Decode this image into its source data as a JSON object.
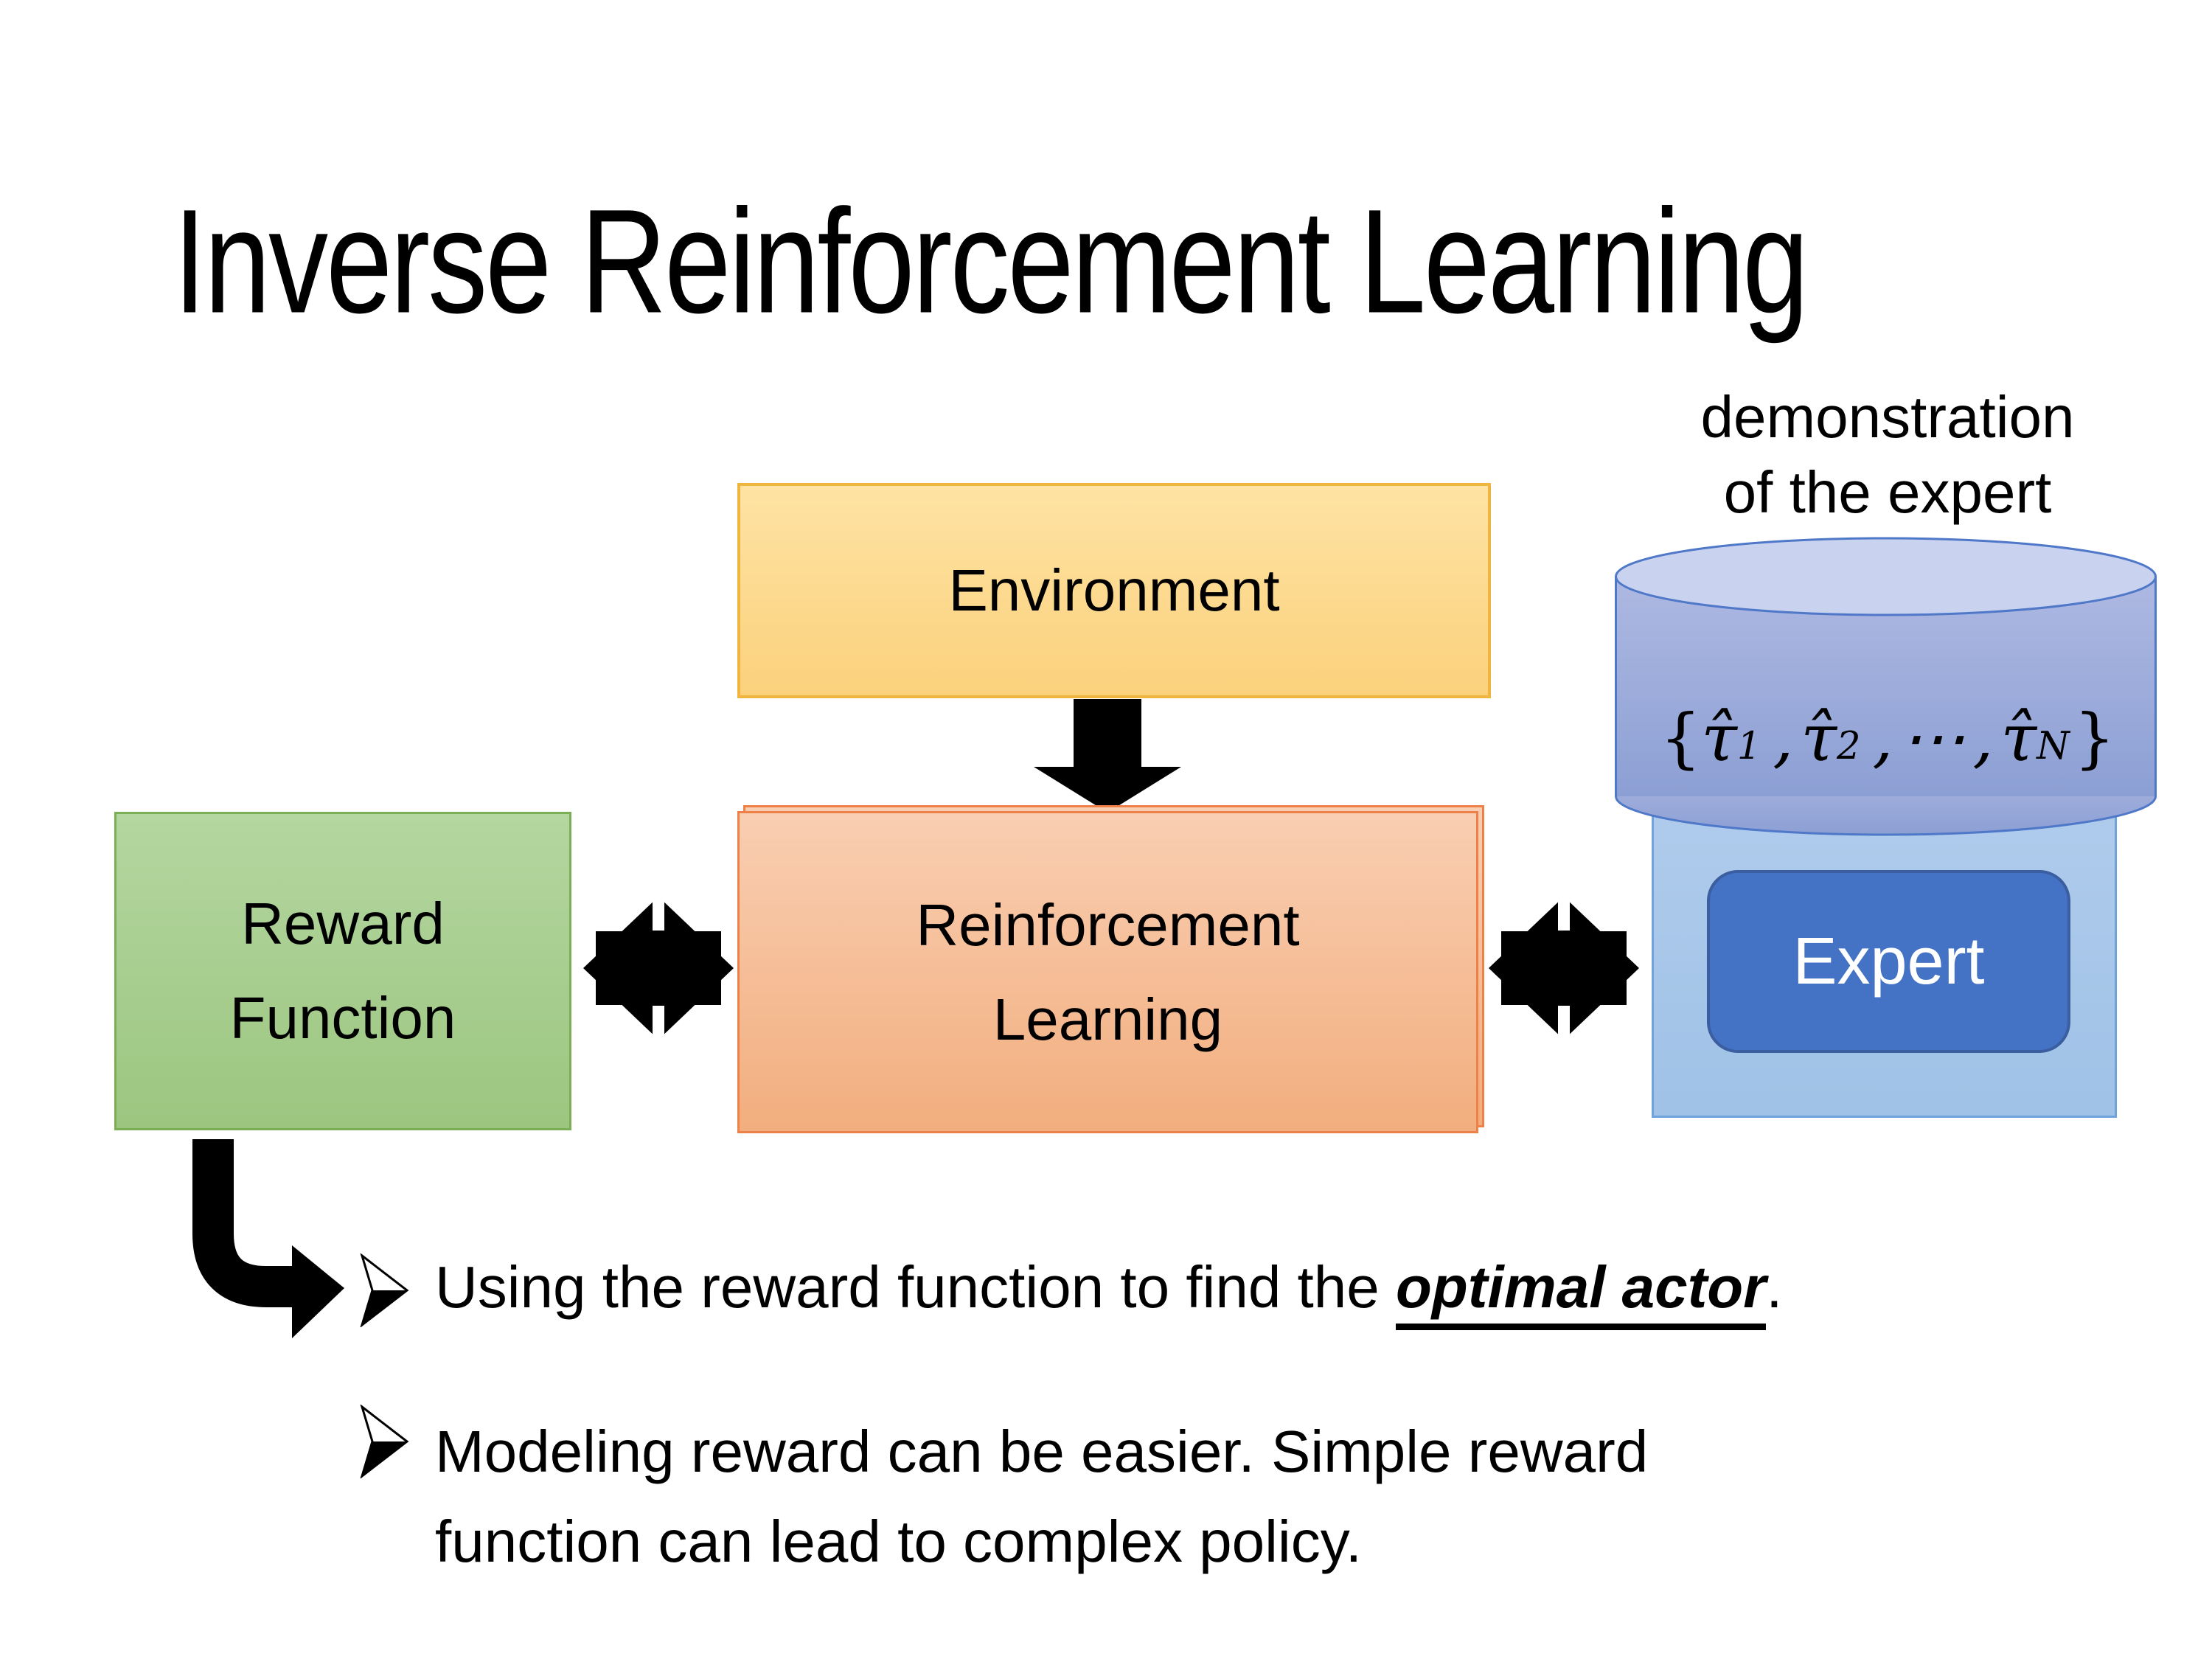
{
  "title": "Inverse Reinforcement Learning",
  "annotation": {
    "line1": "demonstration",
    "line2": "of the expert"
  },
  "environment_box": {
    "label": "Environment"
  },
  "reward_box": {
    "label_line1": "Reward",
    "label_line2": "Function"
  },
  "rl_box": {
    "label_line1": "Reinforcement",
    "label_line2": "Learning"
  },
  "expert_box": {
    "label": "Expert"
  },
  "demo_cylinder": {
    "formula": {
      "open": "{",
      "tau1": "τ̂",
      "sub1": "1",
      "comma1": ",",
      "tau2": "τ̂",
      "sub2": "2",
      "comma2": ",",
      "dots": "⋯",
      "comma3": ",",
      "tauN": "τ̂",
      "subN": "N",
      "close": "}"
    }
  },
  "bullets": {
    "item1": {
      "prefix": "Using the reward function to find the ",
      "emphasis": "optimal actor",
      "suffix": "."
    },
    "item2": {
      "line1": "Modeling reward can be easier. Simple reward",
      "line2": "function can lead to complex policy."
    }
  },
  "colors": {
    "env_fill_top": "#FEE3A4",
    "env_fill_bottom": "#FBD17C",
    "env_border": "#EFB53E",
    "reward_fill_top": "#B4D6A0",
    "reward_fill_bottom": "#9CC680",
    "reward_border": "#7AAF55",
    "rl_fill_top": "#F9CEB2",
    "rl_fill_bottom": "#F2AE7E",
    "rl_border": "#ED8148",
    "container_fill_top": "#AFCBEC",
    "container_fill_bottom": "#9FC2E6",
    "container_border": "#6FA3DB",
    "expert_fill": "#4472C4",
    "expert_border": "#3A5E9F",
    "expert_text": "#FFFFFF",
    "cyl_body_top": "#AEB9E2",
    "cyl_body_bottom": "#8C9FD4",
    "cyl_top_fill": "#C9D2EE",
    "cyl_border": "#4F78C8",
    "arrow_color": "#000000",
    "text_color": "#000000"
  }
}
